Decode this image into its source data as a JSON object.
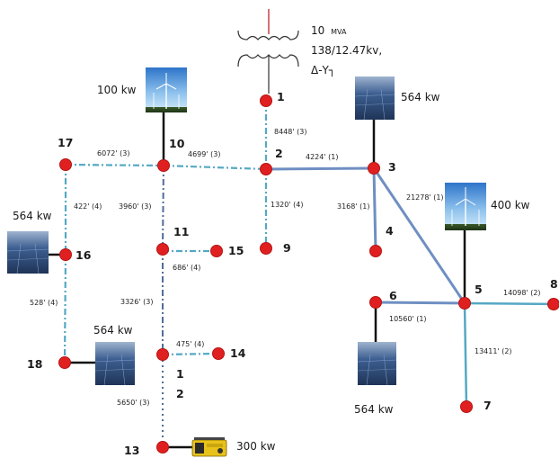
{
  "transformer": {
    "rating_value": "10",
    "rating_unit": "MVA",
    "voltage": "138/12.47kv,",
    "connection": "Δ-Y┐"
  },
  "colors": {
    "bus_fill": "#e02020",
    "bus_stroke": "#b51515",
    "trunk_line": "#6f8fc2",
    "lateral_line": "#55a8c4",
    "gen_tie": "#111111",
    "dotted_line": "#4f6d99"
  },
  "buses": [
    {
      "id": "1",
      "label": "1"
    },
    {
      "id": "2",
      "label": "2"
    },
    {
      "id": "3",
      "label": "3"
    },
    {
      "id": "4",
      "label": "4"
    },
    {
      "id": "5",
      "label": "5"
    },
    {
      "id": "6",
      "label": "6"
    },
    {
      "id": "7",
      "label": "7"
    },
    {
      "id": "8",
      "label": "8"
    },
    {
      "id": "9",
      "label": "9"
    },
    {
      "id": "10",
      "label": "10"
    },
    {
      "id": "11",
      "label": "11"
    },
    {
      "id": "13",
      "label": "13"
    },
    {
      "id": "14",
      "label": "14"
    },
    {
      "id": "15",
      "label": "15"
    },
    {
      "id": "16",
      "label": "16"
    },
    {
      "id": "17",
      "label": "17"
    },
    {
      "id": "18",
      "label": "18"
    }
  ],
  "lines": [
    {
      "id": "1-2",
      "length": "8448' (3)",
      "style": "dashdot"
    },
    {
      "id": "2-3",
      "length": "4224' (1)",
      "style": "trunk"
    },
    {
      "id": "2-10",
      "length": "4699' (3)",
      "style": "dashdot"
    },
    {
      "id": "10-17",
      "length": "6072' (3)",
      "style": "dashdot"
    },
    {
      "id": "2-9",
      "length": "1320' (4)",
      "style": "dashdot"
    },
    {
      "id": "3-4",
      "length": "3168' (1)",
      "style": "trunk"
    },
    {
      "id": "3-5",
      "length": "21278' (1)",
      "style": "trunk"
    },
    {
      "id": "5-6",
      "length": "10560' (1)",
      "style": "trunk"
    },
    {
      "id": "5-8",
      "length": "14098' (2)",
      "style": "lateral"
    },
    {
      "id": "5-7",
      "length": "13411' (2)",
      "style": "lateral"
    },
    {
      "id": "17-16",
      "length": "422' (4)",
      "style": "dashdot"
    },
    {
      "id": "16-18",
      "length": "528' (4)",
      "style": "dashdot"
    },
    {
      "id": "10-11",
      "length": "3960' (3)",
      "style": "dashdot"
    },
    {
      "id": "11-15",
      "length": "686' (4)",
      "style": "dashdot"
    },
    {
      "id": "11-12",
      "length": "3326' (3)",
      "style": "dashdot"
    },
    {
      "id": "12-14",
      "length": "475' (4)",
      "style": "dashdot"
    },
    {
      "id": "12-13",
      "length": "5650' (3)",
      "style": "dotted"
    }
  ],
  "mid_bus_digits": [
    "1",
    "2"
  ],
  "generators": [
    {
      "bus": "10",
      "type": "wind",
      "rating": "100 kw",
      "icon": "wind-turbine-icon"
    },
    {
      "bus": "3",
      "type": "solar",
      "rating": "564 kw",
      "icon": "solar-panel-icon"
    },
    {
      "bus": "5",
      "type": "wind",
      "rating": "400 kw",
      "icon": "wind-turbine-icon"
    },
    {
      "bus": "16",
      "type": "solar",
      "rating": "564 kw",
      "icon": "solar-panel-icon"
    },
    {
      "bus": "18",
      "type": "solar",
      "rating": "564 kw",
      "icon": "solar-panel-icon"
    },
    {
      "bus": "6",
      "type": "solar",
      "rating": "564 kw",
      "icon": "solar-panel-icon"
    },
    {
      "bus": "13",
      "type": "diesel",
      "rating": "300 kw",
      "icon": "diesel-generator-icon"
    }
  ]
}
